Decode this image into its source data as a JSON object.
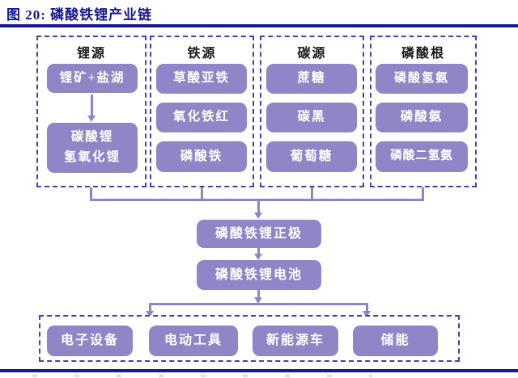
{
  "figure": {
    "title": "图 20: 磷酸铁锂产业链"
  },
  "colors": {
    "navy_rule": "#17178F",
    "dashed_border": "#4740A8",
    "box_fill": "#8E86C7",
    "connector_line": "#8D85C6",
    "box_text": "#FFFFFF",
    "header_text": "#1A1A1A"
  },
  "columns": [
    {
      "header": "锂源",
      "boxes": [
        "锂矿+盐湖",
        "碳酸锂",
        "氢氧化锂"
      ]
    },
    {
      "header": "铁源",
      "boxes": [
        "草酸亚铁",
        "氧化铁红",
        "磷酸铁"
      ]
    },
    {
      "header": "碳源",
      "boxes": [
        "蔗糖",
        "碳黑",
        "葡萄糖"
      ]
    },
    {
      "header": "磷酸根",
      "boxes": [
        "磷酸氢氨",
        "磷酸氨",
        "磷酸二氢氨"
      ]
    }
  ],
  "middle": {
    "cathode": "磷酸铁锂正极",
    "battery": "磷酸铁锂电池"
  },
  "applications": [
    "电子设备",
    "电动工具",
    "新能源车",
    "储能"
  ]
}
